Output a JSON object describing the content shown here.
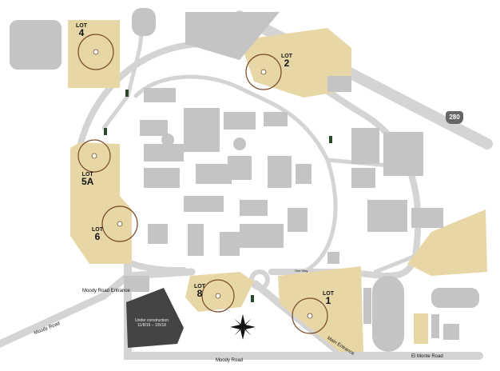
{
  "map": {
    "colors": {
      "lot": "#e8d7a6",
      "road": "#d4d4d4",
      "building": "#c4c4c4",
      "ring": "#7a4a2a",
      "construction": "#444444"
    },
    "lots": [
      {
        "word": "LOT",
        "number": "4"
      },
      {
        "word": "LOT",
        "number": "2"
      },
      {
        "word": "LOT",
        "number": "5A"
      },
      {
        "word": "LOT",
        "number": "6"
      },
      {
        "word": "LOT",
        "number": "8"
      },
      {
        "word": "LOT",
        "number": "1"
      }
    ],
    "roads": {
      "moody_entrance": "Moody Road Entrance",
      "moody_left": "Moody Road",
      "moody_bottom": "Moody Road",
      "el_monte": "El Monte Road",
      "main_entrance": "Main Entrance",
      "one_way": "One Way"
    },
    "highway": "280",
    "construction": {
      "title": "Under construction",
      "dates": "11/8/16 – 1/5/18"
    }
  }
}
